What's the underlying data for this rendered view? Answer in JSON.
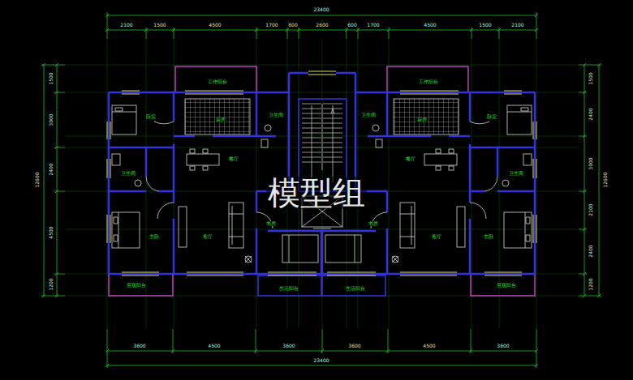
{
  "diagram": {
    "labels": [
      "23400",
      "2100",
      "1500",
      "4500",
      "1700",
      "600",
      "2600",
      "600",
      "1700",
      "4500",
      "1500",
      "2100",
      "3600",
      "4500",
      "3600",
      "3600",
      "4500",
      "3600",
      "23400",
      "12600",
      "1500",
      "3000",
      "2400",
      "4500",
      "1200",
      "1500",
      "2400",
      "3000",
      "2100",
      "2400",
      "1200",
      "12600",
      "工作阳台",
      "工作阳台",
      "卧室",
      "厨房",
      "卫生间",
      "卫生间",
      "厨房",
      "卧室",
      "卫生间",
      "餐厅",
      "餐厅",
      "卫生间",
      "主卧",
      "客厅",
      "书房",
      "书房",
      "客厅",
      "主卧",
      "景观阳台",
      "生活阳台",
      "生活阳台",
      "景观阳台",
      "模型组"
    ]
  }
}
